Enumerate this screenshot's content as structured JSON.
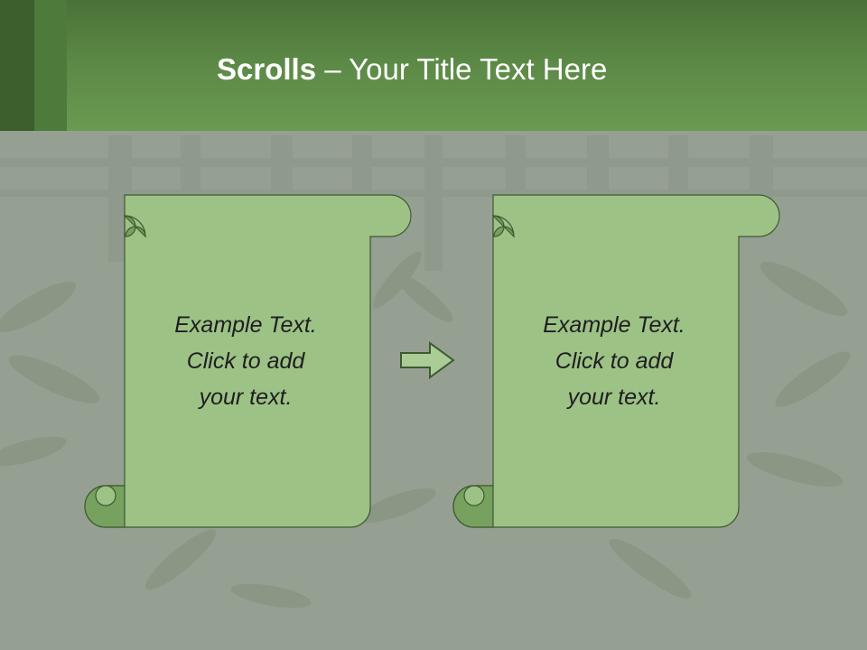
{
  "slide": {
    "title_bold": "Scrolls",
    "title_dash": " – ",
    "title_rest": "Your Title Text Here"
  },
  "scrolls": [
    {
      "line1": "Example  Text.",
      "line2": "Click  to add",
      "line3": "your text."
    },
    {
      "line1": "Example  Text.",
      "line2": "Click  to add",
      "line3": "your text."
    }
  ],
  "colors": {
    "header": "#5d8a47",
    "scroll_fill": "#9dc286",
    "scroll_curl": "#76a15f",
    "scroll_outline": "#3d5a30",
    "arrow_fill": "#a9cd95",
    "arrow_outline": "#3d5a30"
  }
}
